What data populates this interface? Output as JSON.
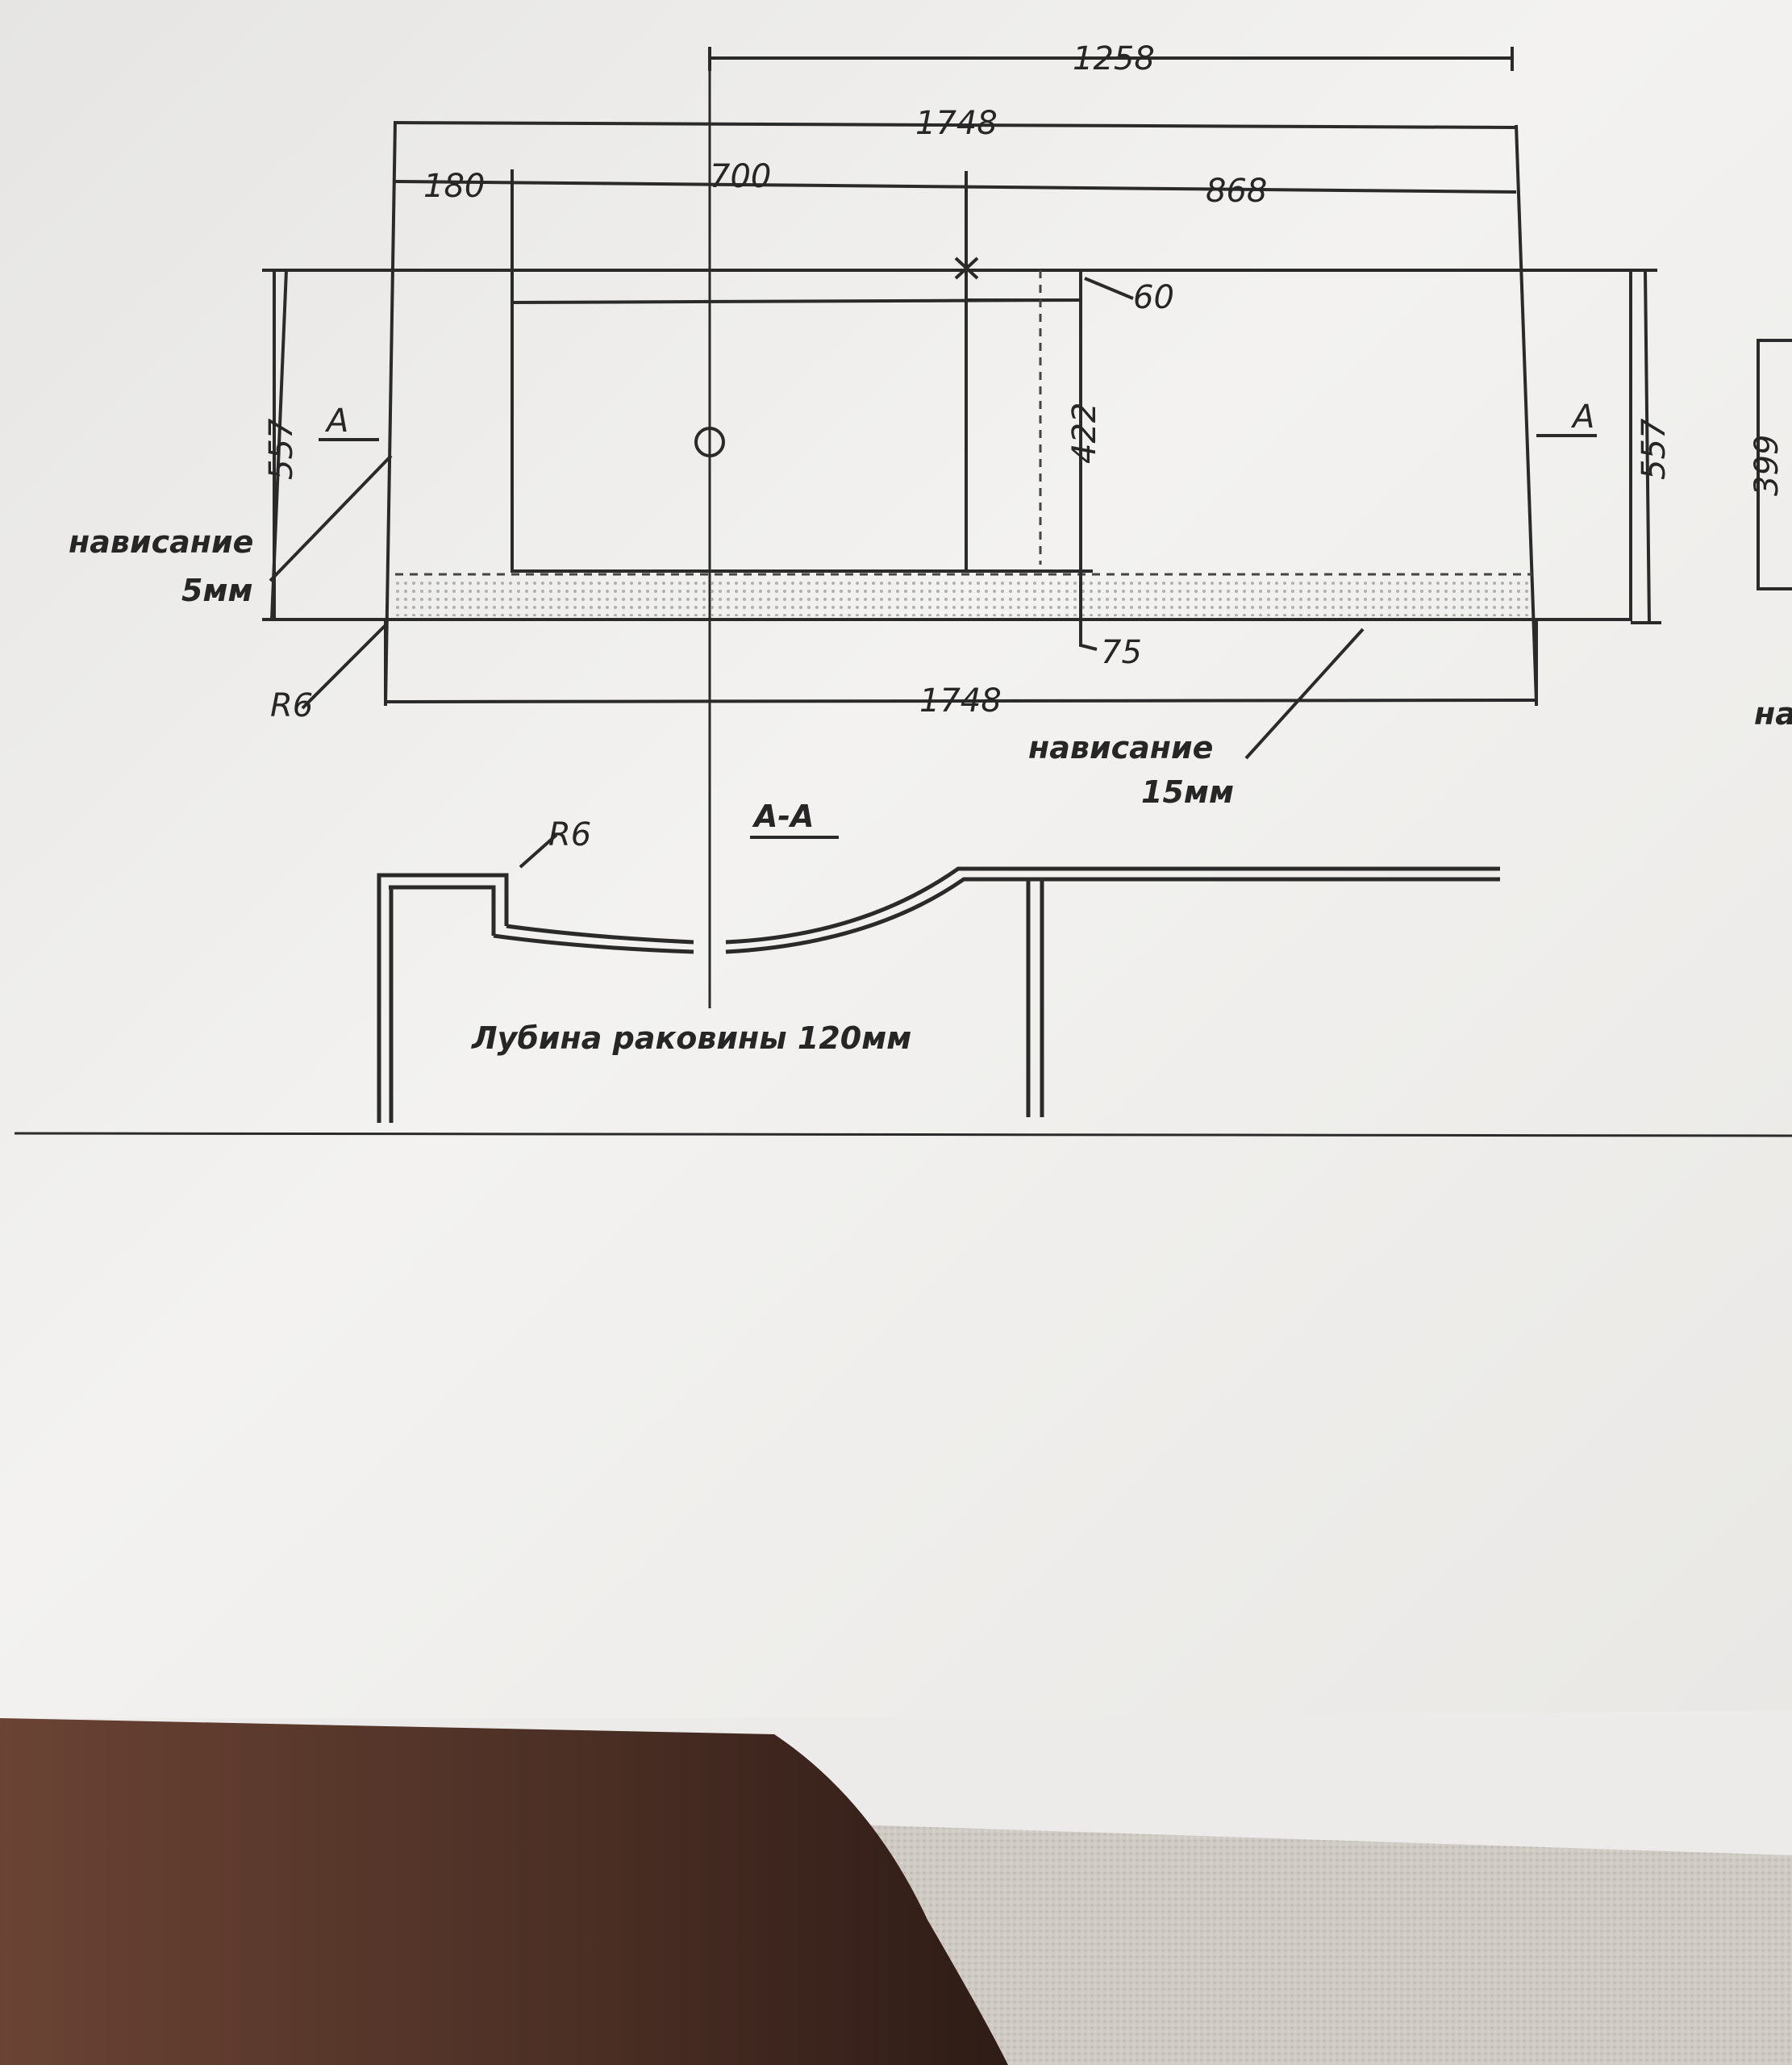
{
  "drawing": {
    "dimensions": {
      "top_1258": "1258",
      "top_1748": "1748",
      "bottom_1748": "1748",
      "left_180": "180",
      "basin_700": "700",
      "right_868": "868",
      "step_60": "60",
      "depth_422": "422",
      "front_75": "75",
      "height_left_557": "557",
      "height_right_557": "557",
      "side_399": "399",
      "radius_corner": "R6",
      "radius_section": "R6"
    },
    "section_mark_left": "A",
    "section_mark_right": "A",
    "section_title": "А-А",
    "notes": {
      "overhang_left_line1": "нависание",
      "overhang_left_line2": "5мм",
      "overhang_right_line1": "нависание",
      "overhang_right_line2": "15мм",
      "basin_depth": "Лубина раковины 120мм",
      "edge_fragment": "на"
    }
  },
  "colors": {
    "paper": "#f1f0ee",
    "ink": "#2a2a2a",
    "fabric": "#cfcac4",
    "skin": "#5a3a2e"
  }
}
